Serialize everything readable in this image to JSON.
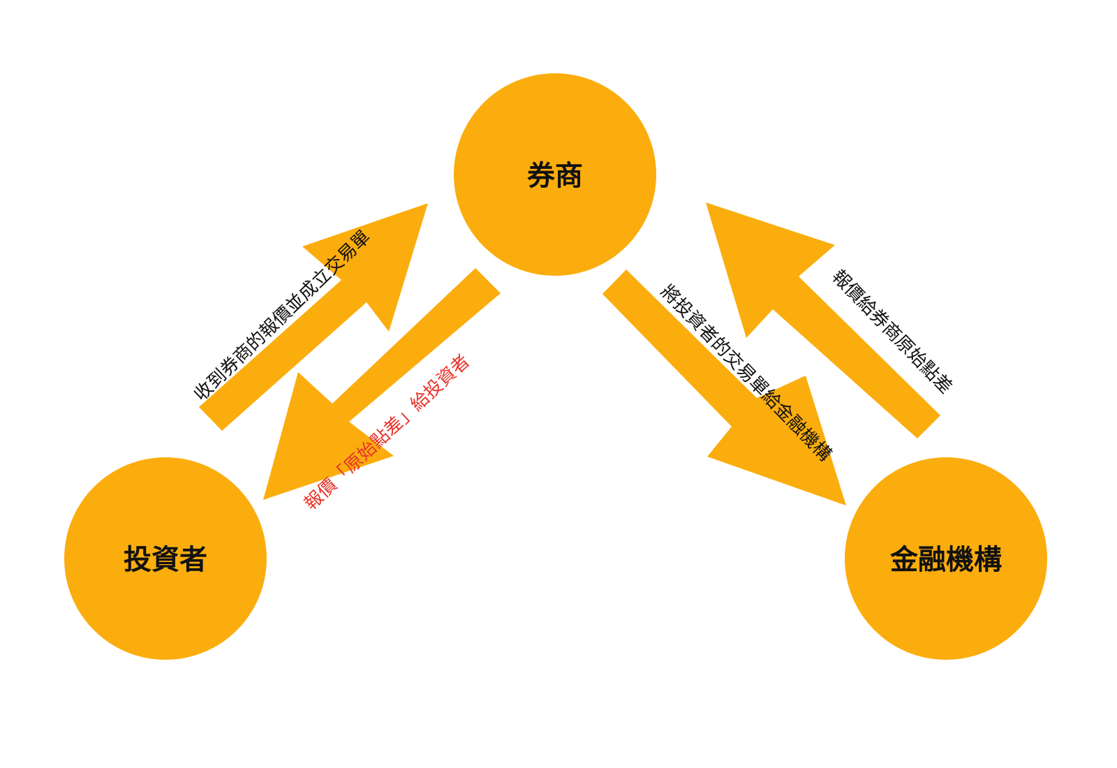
{
  "colors": {
    "node_fill": "#FBAD0E",
    "arrow_fill": "#FBAD0E",
    "label_dark": "#111111",
    "label_red": "#E8332A"
  },
  "nodes": {
    "broker": "券商",
    "investor": "投資者",
    "institution": "金融機構"
  },
  "arrows": {
    "investor_to_broker": "收到券商的報價並成立交易單",
    "broker_to_investor": "報價「原始點差」給投資者",
    "broker_to_institution": "將投資者的交易單給金融機構",
    "institution_to_broker": "報價給券商原始點差"
  }
}
